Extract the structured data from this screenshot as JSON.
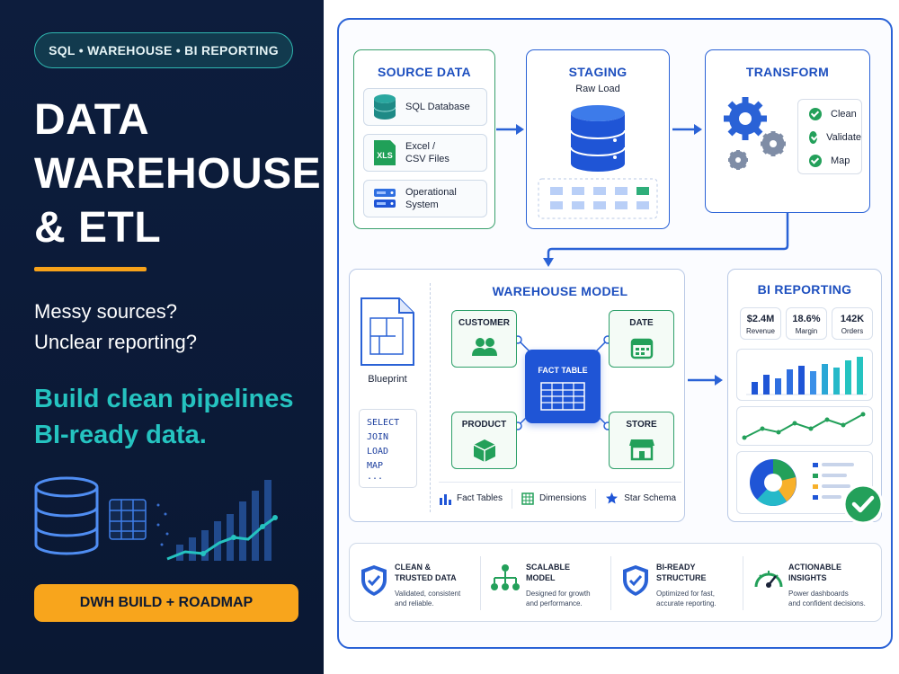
{
  "left": {
    "tag": "SQL • WAREHOUSE • BI REPORTING",
    "title_lines": [
      "DATA",
      "WAREHOUSE",
      "& ETL"
    ],
    "question_lines": [
      "Messy sources?",
      "Unclear reporting?"
    ],
    "promise_lines": [
      "Build clean pipelines",
      "BI-ready data."
    ],
    "cta": "DWH BUILD + ROADMAP"
  },
  "source": {
    "title": "SOURCE DATA",
    "items": [
      {
        "line1": "SQL Database",
        "line2": "",
        "icon": "database-icon"
      },
      {
        "line1": "Excel /",
        "line2": "CSV Files",
        "icon": "spreadsheet-icon",
        "badge": "XLS"
      },
      {
        "line1": "Operational",
        "line2": "System",
        "icon": "server-icon"
      }
    ]
  },
  "staging": {
    "title": "STAGING",
    "subtitle": "Raw Load"
  },
  "transform": {
    "title": "TRANSFORM",
    "steps": [
      "Clean",
      "Validate",
      "Map"
    ]
  },
  "model": {
    "title": "WAREHOUSE MODEL",
    "blueprint_label": "Blueprint",
    "sql_lines": [
      "SELECT",
      "JOIN",
      "LOAD",
      "MAP",
      "..."
    ],
    "dimensions": {
      "customer": "CUSTOMER",
      "date": "DATE",
      "product": "PRODUCT",
      "store": "STORE"
    },
    "fact": "FACT TABLE",
    "legend": [
      "Fact Tables",
      "Dimensions",
      "Star Schema"
    ]
  },
  "bi": {
    "title": "BI REPORTING",
    "kpis": [
      {
        "value": "$2.4M",
        "label": "Revenue"
      },
      {
        "value": "18.6%",
        "label": "Margin"
      },
      {
        "value": "142K",
        "label": "Orders"
      }
    ]
  },
  "benefits": [
    {
      "title1": "CLEAN &",
      "title2": "TRUSTED DATA",
      "desc1": "Validated, consistent",
      "desc2": "and reliable.",
      "icon": "shield-check-icon"
    },
    {
      "title1": "SCALABLE",
      "title2": "MODEL",
      "desc1": "Designed for growth",
      "desc2": "and performance.",
      "icon": "hierarchy-icon"
    },
    {
      "title1": "BI-READY",
      "title2": "STRUCTURE",
      "desc1": "Optimized for fast,",
      "desc2": "accurate reporting.",
      "icon": "shield-check-icon"
    },
    {
      "title1": "ACTIONABLE",
      "title2": "INSIGHTS",
      "desc1": "Power dashboards",
      "desc2": "and confident decisions.",
      "icon": "gauge-icon"
    }
  ],
  "colors": {
    "navy": "#0d1d3d",
    "teal": "#25c3c0",
    "orange": "#f8a51c",
    "blue": "#1f55d6",
    "green": "#23a05a"
  }
}
